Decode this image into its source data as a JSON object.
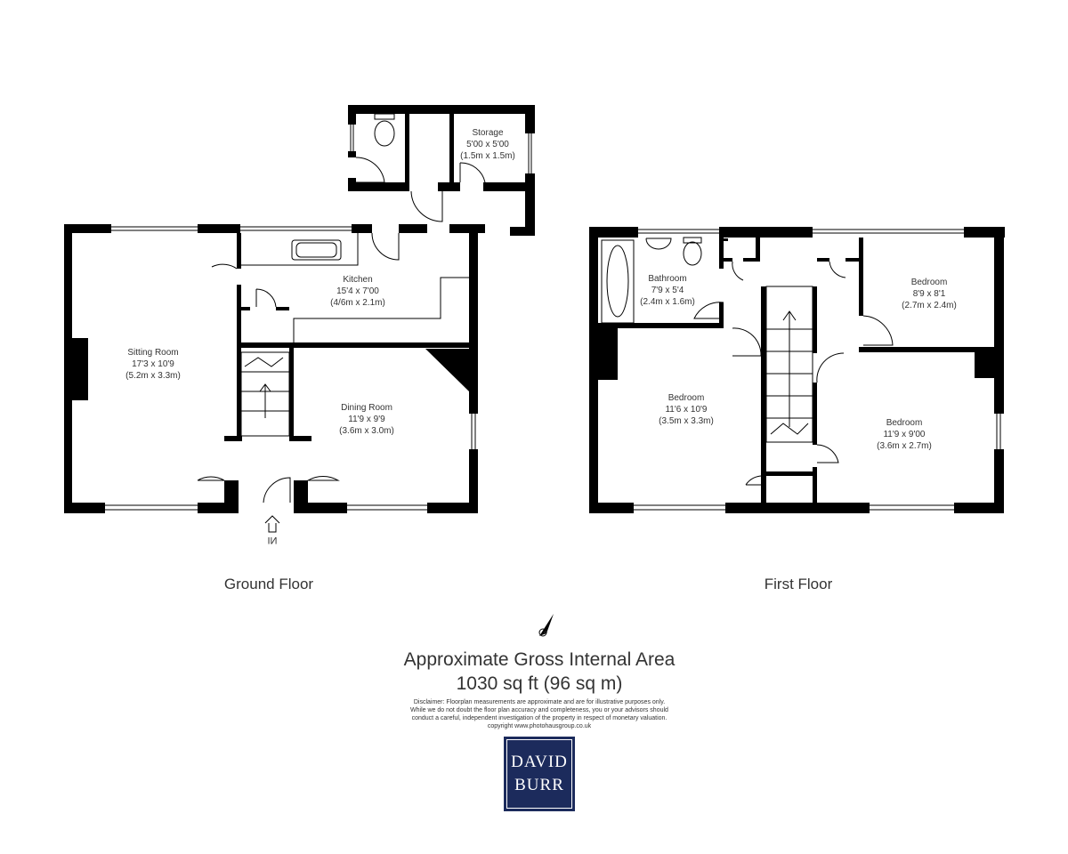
{
  "ground_floor": {
    "title": "Ground Floor",
    "entrance_label": "IN",
    "rooms": [
      {
        "name": "Storage",
        "size_imperial": "5'00 x 5'00",
        "size_metric": "(1.5m x 1.5m)"
      },
      {
        "name": "Kitchen",
        "size_imperial": "15'4 x 7'00",
        "size_metric": "(4/6m x 2.1m)"
      },
      {
        "name": "Sitting Room",
        "size_imperial": "17'3 x 10'9",
        "size_metric": "(5.2m x 3.3m)"
      },
      {
        "name": "Dining Room",
        "size_imperial": "11'9 x 9'9",
        "size_metric": "(3.6m x 3.0m)"
      }
    ]
  },
  "first_floor": {
    "title": "First Floor",
    "rooms": [
      {
        "name": "Bathroom",
        "size_imperial": "7'9 x 5'4",
        "size_metric": "(2.4m x 1.6m)"
      },
      {
        "name": "Bedroom",
        "size_imperial": "8'9 x 8'1",
        "size_metric": "(2.7m x 2.4m)"
      },
      {
        "name": "Bedroom",
        "size_imperial": "11'6 x 10'9",
        "size_metric": "(3.5m x 3.3m)"
      },
      {
        "name": "Bedroom",
        "size_imperial": "11'9 x 9'00",
        "size_metric": "(3.6m x 2.7m)"
      }
    ]
  },
  "compass_label": "N",
  "area": {
    "title": "Approximate Gross Internal Area",
    "value": "1030 sq ft (96 sq m)"
  },
  "disclaimer": [
    "Disclaimer: Floorplan measurements are approximate and are for illustrative purposes only.",
    "While we do not doubt the floor plan accuracy and completeness, you or your advisors should",
    "conduct a careful, independent investigation of the property in respect of monetary valuation.",
    "copyright www.photohausgroup.co.uk"
  ],
  "logo": {
    "line1": "DAVID",
    "line2": "BURR"
  },
  "colors": {
    "wall": "#000000",
    "logo_bg": "#1c2b5c"
  }
}
